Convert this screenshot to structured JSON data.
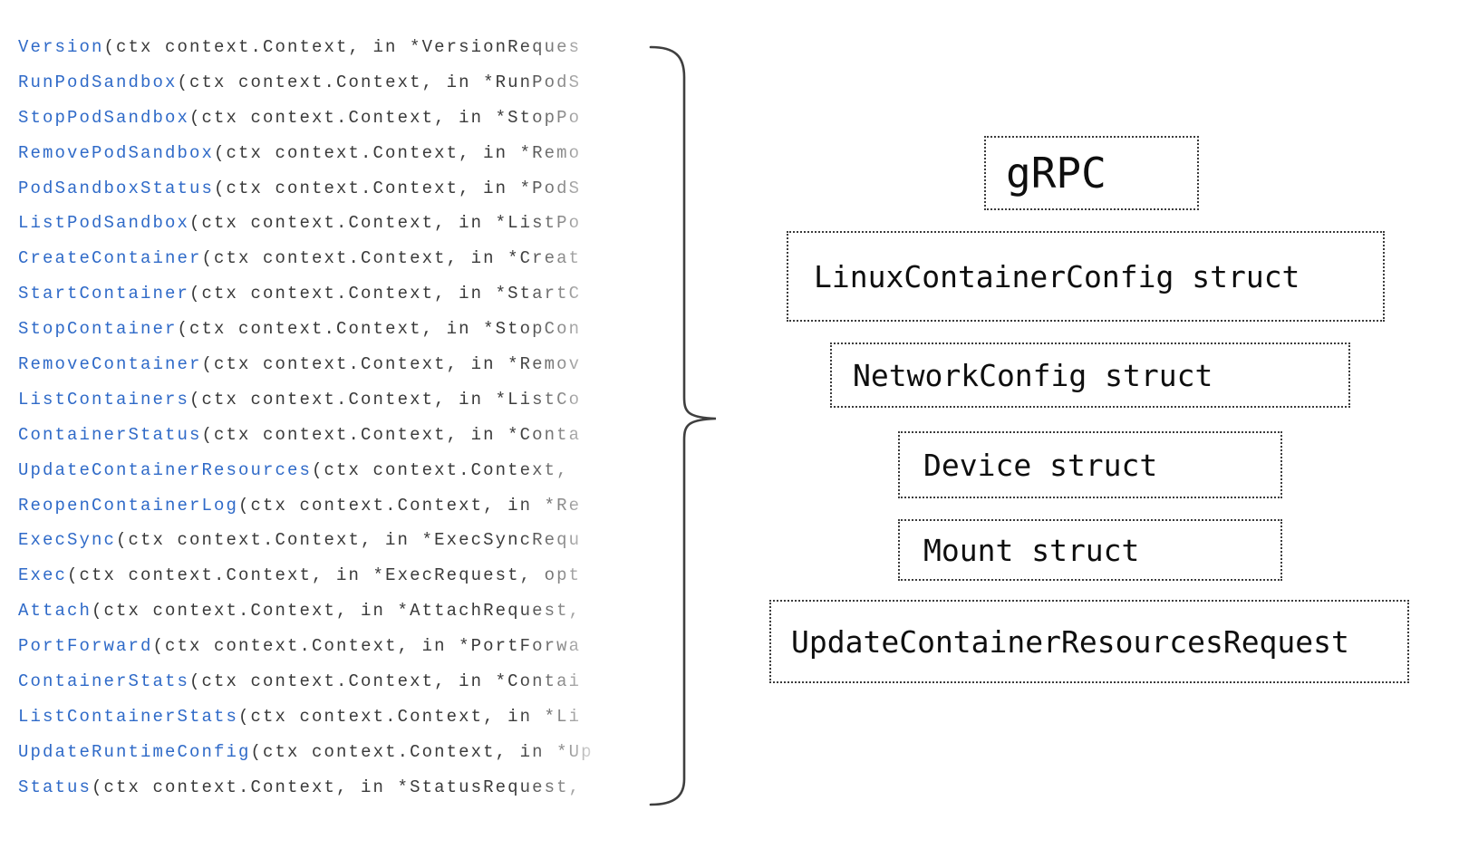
{
  "colors": {
    "method_link_blue": "#2f6ac8",
    "code_text_gray": "#3a3a3a",
    "box_border": "#3c3c3c",
    "box_text": "#0e0e0e",
    "brace_stroke": "#3f3f3f",
    "background": "#ffffff"
  },
  "icons": {
    "curly_brace": "}"
  },
  "code": {
    "lines": [
      {
        "method": "Version",
        "rest": "(ctx context.Context, in *VersionReques"
      },
      {
        "method": "RunPodSandbox",
        "rest": "(ctx context.Context, in *RunPodS"
      },
      {
        "method": "StopPodSandbox",
        "rest": "(ctx context.Context, in *StopPo"
      },
      {
        "method": "RemovePodSandbox",
        "rest": "(ctx context.Context, in *Remo"
      },
      {
        "method": "PodSandboxStatus",
        "rest": "(ctx context.Context, in *PodS"
      },
      {
        "method": "ListPodSandbox",
        "rest": "(ctx context.Context, in *ListPo"
      },
      {
        "method": "CreateContainer",
        "rest": "(ctx context.Context, in *Creat"
      },
      {
        "method": "StartContainer",
        "rest": "(ctx context.Context, in *StartC"
      },
      {
        "method": "StopContainer",
        "rest": "(ctx context.Context, in *StopCon"
      },
      {
        "method": "RemoveContainer",
        "rest": "(ctx context.Context, in *Remov"
      },
      {
        "method": "ListContainers",
        "rest": "(ctx context.Context, in *ListCo"
      },
      {
        "method": "ContainerStatus",
        "rest": "(ctx context.Context, in *Conta"
      },
      {
        "method": "UpdateContainerResources",
        "rest": "(ctx context.Context, "
      },
      {
        "method": "ReopenContainerLog",
        "rest": "(ctx context.Context, in *Re"
      },
      {
        "method": "ExecSync",
        "rest": "(ctx context.Context, in *ExecSyncRequ"
      },
      {
        "method": "Exec",
        "rest": "(ctx context.Context, in *ExecRequest, opt"
      },
      {
        "method": "Attach",
        "rest": "(ctx context.Context, in *AttachRequest,"
      },
      {
        "method": "PortForward",
        "rest": "(ctx context.Context, in *PortForwa"
      },
      {
        "method": "ContainerStats",
        "rest": "(ctx context.Context, in *Contai"
      },
      {
        "method": "ListContainerStats",
        "rest": "(ctx context.Context, in *Li"
      },
      {
        "method": "UpdateRuntimeConfig",
        "rest": "(ctx context.Context, in *Up"
      },
      {
        "method": "Status",
        "rest": "(ctx context.Context, in *StatusRequest,"
      }
    ]
  },
  "boxes": [
    {
      "label": "gRPC"
    },
    {
      "label": "LinuxContainerConfig struct"
    },
    {
      "label": "NetworkConfig struct"
    },
    {
      "label": "Device struct"
    },
    {
      "label": "Mount struct"
    },
    {
      "label": "UpdateContainerResourcesRequest"
    }
  ]
}
